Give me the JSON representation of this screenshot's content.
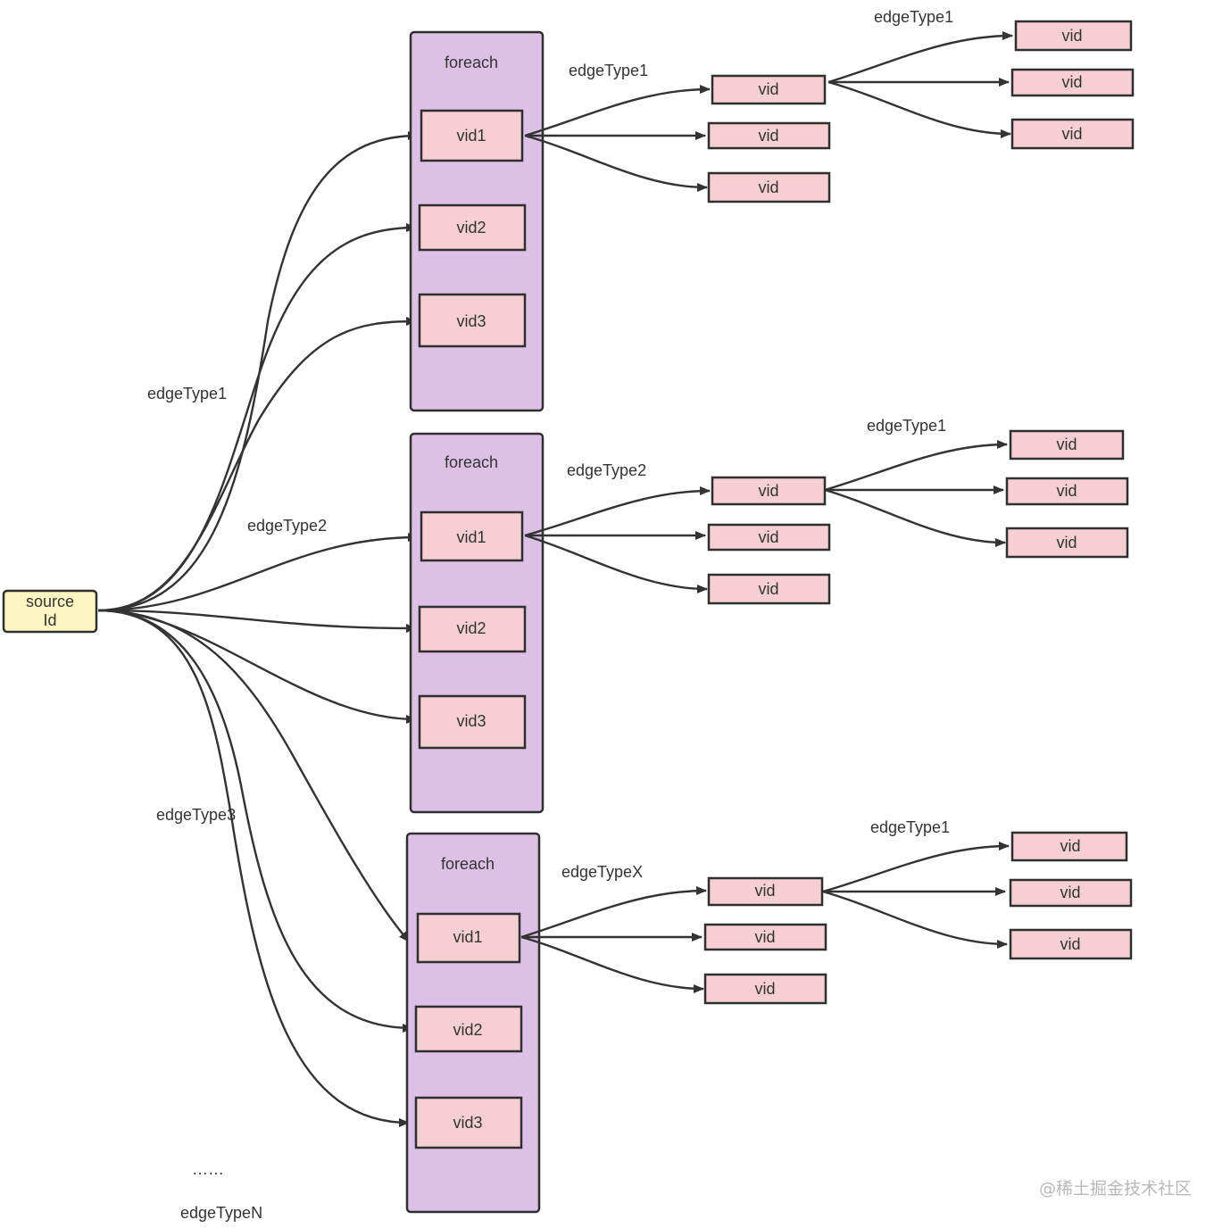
{
  "source": {
    "line1": "source",
    "line2": "Id"
  },
  "groups": [
    {
      "title": "foreach",
      "nodes": [
        "vid1",
        "vid2",
        "vid3"
      ],
      "second_level_label": "edgeType1",
      "second_level_nodes": [
        "vid",
        "vid",
        "vid"
      ],
      "third_level_label": "edgeType1",
      "third_level_nodes": [
        "vid",
        "vid",
        "vid"
      ]
    },
    {
      "title": "foreach",
      "nodes": [
        "vid1",
        "vid2",
        "vid3"
      ],
      "second_level_label": "edgeType2",
      "second_level_nodes": [
        "vid",
        "vid",
        "vid"
      ],
      "third_level_label": "edgeType1",
      "third_level_nodes": [
        "vid",
        "vid",
        "vid"
      ]
    },
    {
      "title": "foreach",
      "nodes": [
        "vid1",
        "vid2",
        "vid3"
      ],
      "second_level_label": "edgeTypeX",
      "second_level_nodes": [
        "vid",
        "vid",
        "vid"
      ],
      "third_level_label": "edgeType1",
      "third_level_nodes": [
        "vid",
        "vid",
        "vid"
      ]
    }
  ],
  "source_edge_labels": [
    "edgeType1",
    "edgeType2",
    "edgeType3",
    "edgeTypeN"
  ],
  "ellipsis": "……",
  "watermark": "@稀土掘金技术社区",
  "colors": {
    "group_fill": "#dcc0e6",
    "vid_fill": "#f6cfd4",
    "source_fill": "#fdf6c3",
    "stroke": "#2f2f2f"
  }
}
